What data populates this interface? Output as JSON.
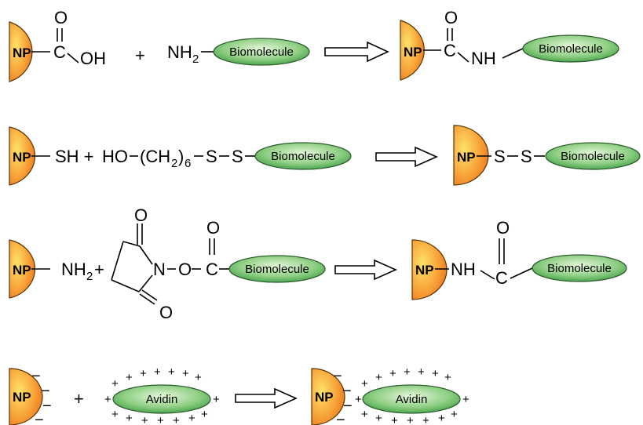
{
  "np_label": "NP",
  "biomolecule_label": "Biomolecule",
  "avidin_label": "Avidin",
  "reaction1": {
    "o": "O",
    "c": "C",
    "oh": "OH",
    "plus": "+",
    "nh2": "NH",
    "nh2_sub": "2",
    "nh": "NH"
  },
  "reaction2": {
    "sh": "SH +",
    "ho": "HO",
    "ch2_open": "(CH",
    "ch2_sub": "2",
    "ch2_close": ")",
    "ch2_n": "6",
    "s": "S"
  },
  "reaction3": {
    "nh2": "NH",
    "nh2_sub": "2",
    "plus": "+",
    "o": "O",
    "n": "N",
    "c": "C",
    "nh": "NH"
  },
  "reaction4": {
    "minus": "−",
    "plus": "+"
  },
  "colors": {
    "np_orange_light": "#fde26a",
    "np_orange_dark": "#e8721c",
    "bio_green_light": "#dff3d0",
    "bio_green_dark": "#3e9e45"
  }
}
